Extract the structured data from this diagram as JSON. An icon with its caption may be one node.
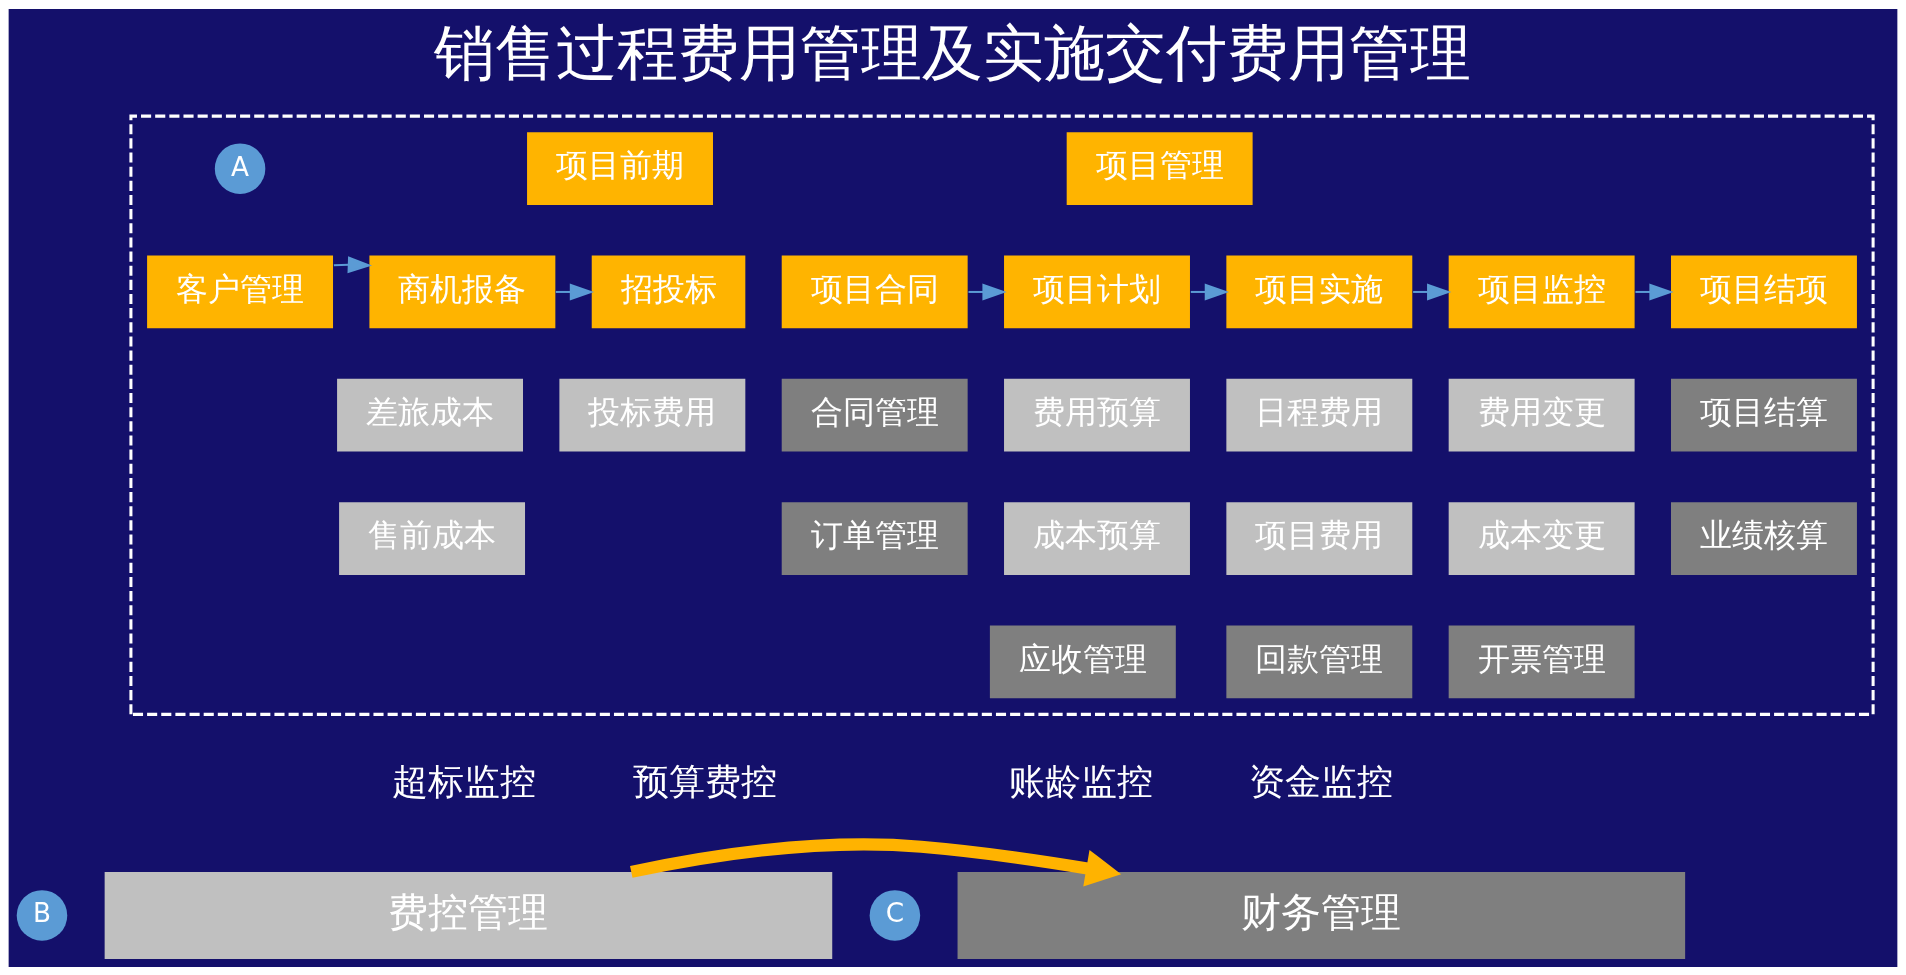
{
  "diagram": {
    "title": "销售过程费用管理及实施交付费用管理",
    "nodes": [
      {
        "text": [],
        "shape": "box"
      },
      {
        "text": [
          "A"
        ],
        "in": 0
      },
      {
        "text": [
          "项目前期"
        ],
        "in": 0
      },
      {
        "text": [
          "项目管理"
        ],
        "in": 0
      },
      {
        "text": [
          "客户管理"
        ],
        "in": 0
      },
      {
        "text": [
          "商机报备"
        ],
        "in": 0
      },
      {
        "text": [
          "招投标"
        ],
        "in": 0
      },
      {
        "text": [
          "项目合同"
        ],
        "in": 0
      },
      {
        "text": [
          "项目计划"
        ],
        "in": 0
      },
      {
        "text": [
          "项目实施"
        ],
        "in": 0
      },
      {
        "text": [
          "项目监控"
        ],
        "in": 0
      },
      {
        "text": [
          "项目结项"
        ],
        "in": 0
      },
      {
        "text": [
          "差旅成本"
        ],
        "in": 0
      },
      {
        "text": [
          "售前成本"
        ],
        "in": 0
      },
      {
        "text": [
          "投标费用"
        ],
        "in": 0
      },
      {
        "text": [
          "合同管理"
        ],
        "in": 0
      },
      {
        "text": [
          "订单管理"
        ],
        "in": 0
      },
      {
        "text": [
          "费用预算"
        ],
        "in": 0
      },
      {
        "text": [
          "成本预算"
        ],
        "in": 0
      },
      {
        "text": [
          "应收管理"
        ],
        "in": 0
      },
      {
        "text": [
          "日程费用"
        ],
        "in": 0
      },
      {
        "text": [
          "项目费用"
        ],
        "in": 0
      },
      {
        "text": [
          "回款管理"
        ],
        "in": 0
      },
      {
        "text": [
          "费用变更"
        ],
        "in": 0
      },
      {
        "text": [
          "成本变更"
        ],
        "in": 0
      },
      {
        "text": [
          "开票管理"
        ],
        "in": 0
      },
      {
        "text": [
          "项目结算"
        ],
        "in": 0
      },
      {
        "text": [
          "业绩核算"
        ],
        "in": 0
      },
      {
        "text": [
          "B"
        ]
      },
      {
        "text": [
          "费控管理"
        ]
      },
      {
        "text": [
          "C"
        ]
      },
      {
        "text": [
          "财务管理"
        ]
      }
    ],
    "edges": [
      {
        "from": 4,
        "to": 5,
        "arrow": "to"
      },
      {
        "from": 5,
        "to": 6,
        "arrow": "to"
      },
      {
        "from": 7,
        "to": 8,
        "arrow": "to"
      },
      {
        "from": 8,
        "to": 9,
        "arrow": "to"
      },
      {
        "from": 9,
        "to": 10,
        "arrow": "to"
      },
      {
        "from": 10,
        "to": 11,
        "arrow": "to"
      },
      {
        "from": 29,
        "to": 31,
        "arrow": "to",
        "style": "thick",
        "color": "#ffb300"
      }
    ],
    "labels": [
      "超标监控",
      "预算费控",
      "账龄监控",
      "资金监控"
    ]
  }
}
